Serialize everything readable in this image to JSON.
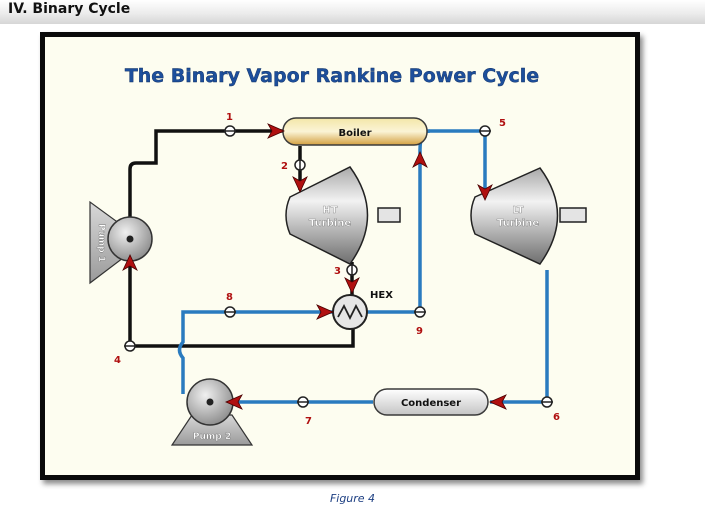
{
  "section_title": "IV. Binary Cycle",
  "diagram": {
    "title": "The Binary Vapor Rankine Power Cycle",
    "components": {
      "boiler": "Boiler",
      "ht_turbine_line1": "HT",
      "ht_turbine_line2": "Turbine",
      "lt_turbine_line1": "LT",
      "lt_turbine_line2": "Turbine",
      "hex": "HEX",
      "condenser": "Condenser",
      "pump1": "Pump 1",
      "pump2": "Pump 2"
    },
    "state_points": [
      "1",
      "2",
      "3",
      "4",
      "5",
      "6",
      "7",
      "8",
      "9"
    ],
    "colors": {
      "loop_top": "#111111",
      "loop_bottom": "#2a7bbf",
      "arrow": "#b01010",
      "title": "#1d4f9c"
    }
  },
  "caption": "Figure 4"
}
